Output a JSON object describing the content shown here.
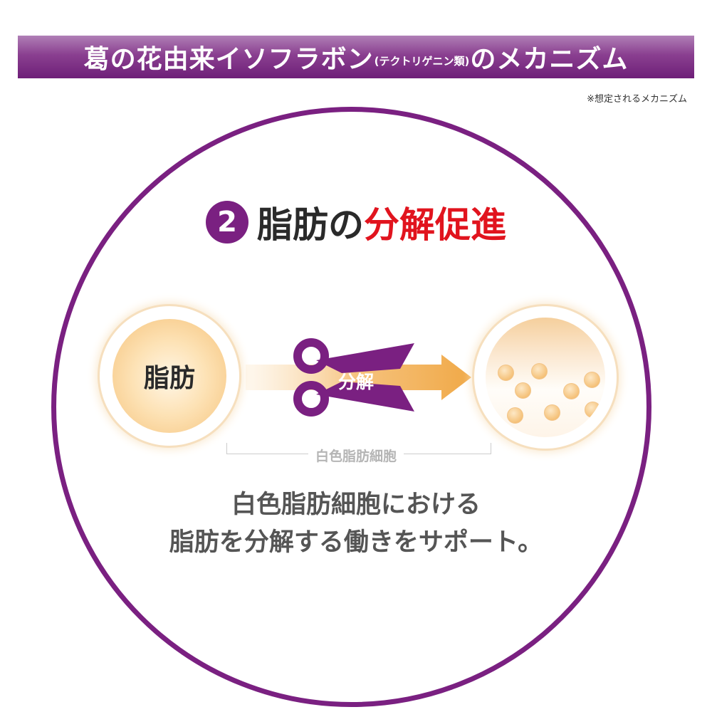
{
  "header": {
    "title_main": "葛の花由来イソフラボン",
    "title_sub": "(テクトリゲニン類)",
    "title_end": "のメカニズム",
    "note": "※想定されるメカニズム"
  },
  "heading": {
    "number": "2",
    "text_dark": "脂肪の",
    "text_red": "分解促進"
  },
  "diagram": {
    "cell_label": "脂肪",
    "cut_label": "分解",
    "group_label": "白色脂肪細胞",
    "droplet_count": 8
  },
  "description": {
    "line1": "白色脂肪細胞における",
    "line2": "脂肪を分解する働きをサポート。"
  },
  "colors": {
    "brand_purple": "#7a2081",
    "accent_red": "#e1141e",
    "fat_orange": "#f5c27a",
    "arrow_orange": "#f0a948"
  },
  "icons": [
    "scissors-icon",
    "arrow-right-icon"
  ]
}
